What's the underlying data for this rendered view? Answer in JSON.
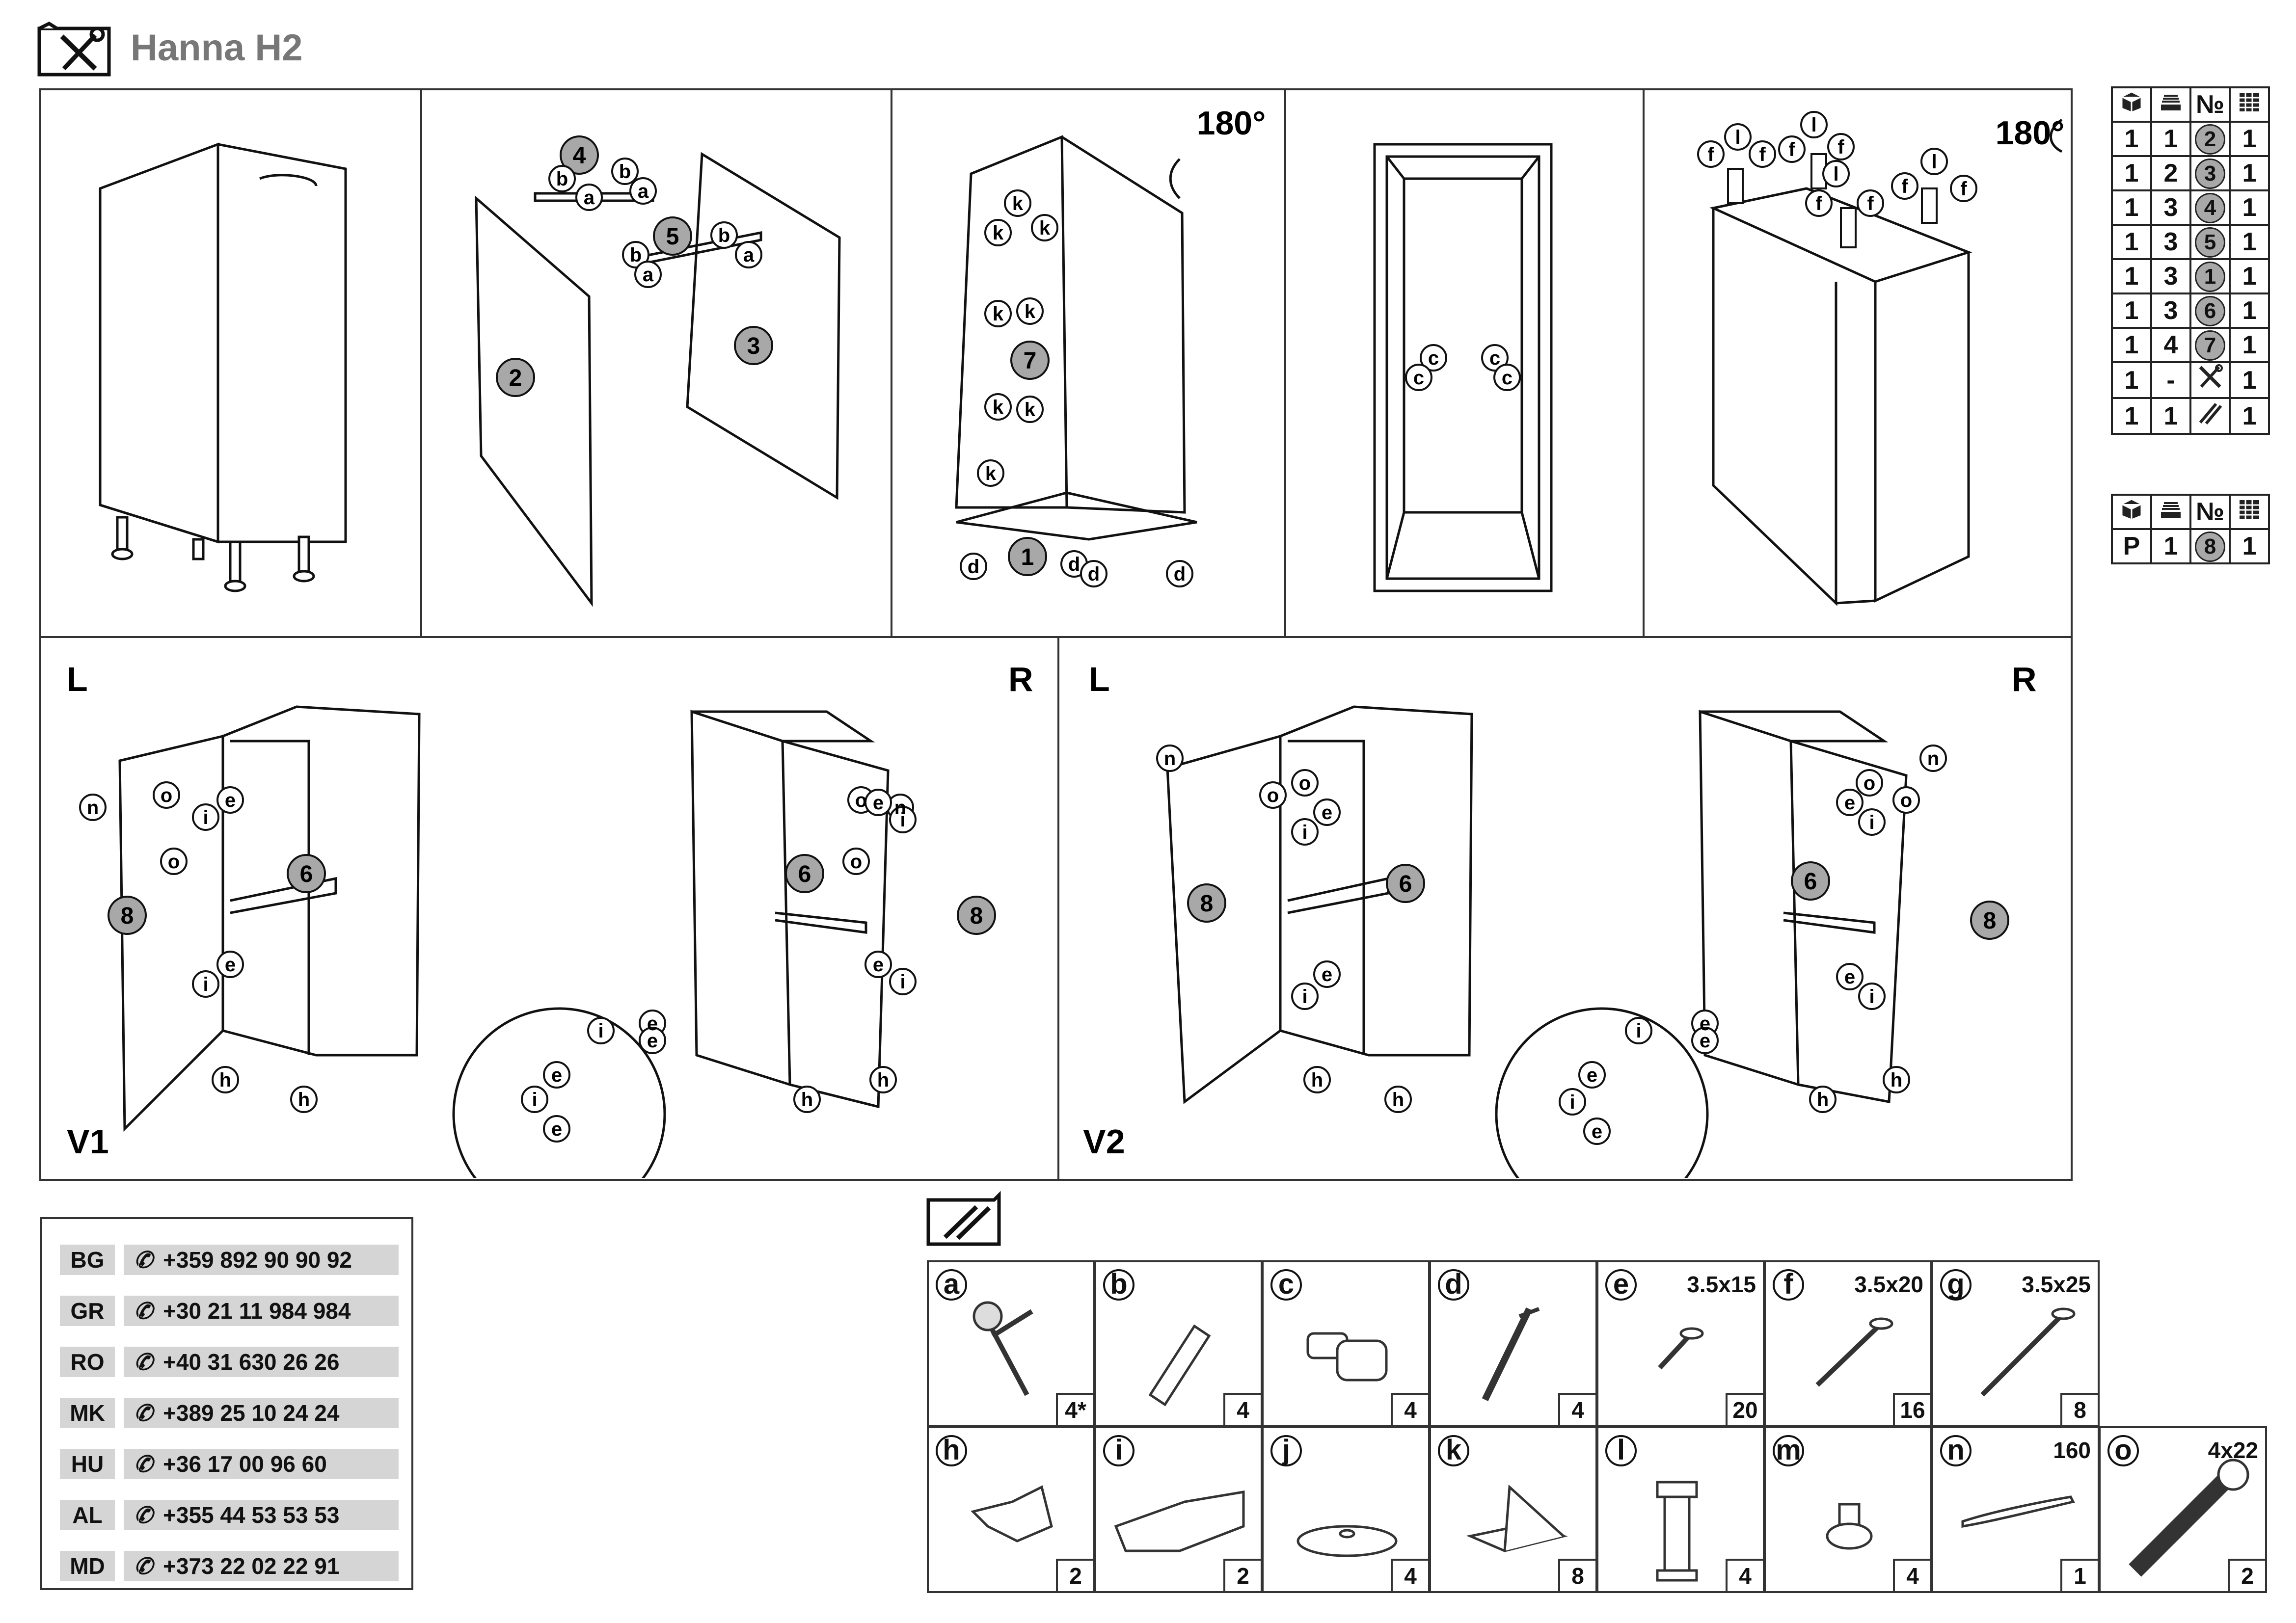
{
  "title": "Hanna H2",
  "steps_top": {
    "rotate1": "180°",
    "rotate2": "180°",
    "panel2": {
      "parts": [
        "2",
        "3",
        "4",
        "5"
      ],
      "fitting_labels": [
        "a",
        "b"
      ]
    },
    "panel3": {
      "parts": [
        "7",
        "1"
      ],
      "fitting_labels": [
        "k",
        "d"
      ]
    },
    "panel4": {
      "fitting_labels": [
        "c"
      ]
    },
    "panel5": {
      "fitting_labels": [
        "f",
        "l"
      ]
    }
  },
  "steps_bottom": {
    "v1": {
      "label": "V1",
      "left": "L",
      "right": "R",
      "parts": [
        "6",
        "8"
      ],
      "fitting_labels": [
        "o",
        "n",
        "e",
        "i",
        "h"
      ]
    },
    "v2": {
      "label": "V2",
      "left": "L",
      "right": "R",
      "parts": [
        "6",
        "8"
      ],
      "fitting_labels": [
        "o",
        "n",
        "e",
        "i",
        "h"
      ]
    }
  },
  "parts_table": {
    "header_icons": [
      "box-icon",
      "stack-icon",
      "number-sign",
      "grid-icon"
    ],
    "header_no": "№",
    "rows": [
      [
        "1",
        "1",
        "2",
        "1"
      ],
      [
        "1",
        "2",
        "3",
        "1"
      ],
      [
        "1",
        "3",
        "4",
        "1"
      ],
      [
        "1",
        "3",
        "5",
        "1"
      ],
      [
        "1",
        "3",
        "1",
        "1"
      ],
      [
        "1",
        "3",
        "6",
        "1"
      ],
      [
        "1",
        "4",
        "7",
        "1"
      ],
      [
        "1",
        "-",
        "tools-icon",
        "1"
      ],
      [
        "1",
        "1",
        "screws-icon",
        "1"
      ]
    ]
  },
  "parts_table2": {
    "rows": [
      [
        "P",
        "1",
        "8",
        "1"
      ]
    ]
  },
  "phones": [
    {
      "code": "BG",
      "number": "+359 892 90 90 92"
    },
    {
      "code": "GR",
      "number": "+30 21 11 984 984"
    },
    {
      "code": "RO",
      "number": "+40 31 630 26 26"
    },
    {
      "code": "MK",
      "number": "+389 25 10 24 24"
    },
    {
      "code": "HU",
      "number": "+36 17 00 96 60"
    },
    {
      "code": "AL",
      "number": "+355 44 53 53 53"
    },
    {
      "code": "MD",
      "number": "+373 22 02 22 91"
    }
  ],
  "hardware": [
    {
      "letter": "a",
      "size": "",
      "qty": "4*"
    },
    {
      "letter": "b",
      "size": "",
      "qty": "4"
    },
    {
      "letter": "c",
      "size": "",
      "qty": "4"
    },
    {
      "letter": "d",
      "size": "",
      "qty": "4"
    },
    {
      "letter": "e",
      "size": "3.5x15",
      "qty": "20"
    },
    {
      "letter": "f",
      "size": "3.5x20",
      "qty": "16"
    },
    {
      "letter": "g",
      "size": "3.5x25",
      "qty": "8"
    },
    {
      "letter": "h",
      "size": "",
      "qty": "2"
    },
    {
      "letter": "i",
      "size": "",
      "qty": "2"
    },
    {
      "letter": "j",
      "size": "",
      "qty": "4"
    },
    {
      "letter": "k",
      "size": "",
      "qty": "8"
    },
    {
      "letter": "l",
      "size": "",
      "qty": "4"
    },
    {
      "letter": "m",
      "size": "",
      "qty": "4"
    },
    {
      "letter": "n",
      "size": "160",
      "qty": "1"
    },
    {
      "letter": "o",
      "size": "4x22",
      "qty": "2"
    }
  ],
  "colors": {
    "badge": "#a8a8a8",
    "line": "#222222",
    "phone_bg": "#d5d5d5"
  }
}
